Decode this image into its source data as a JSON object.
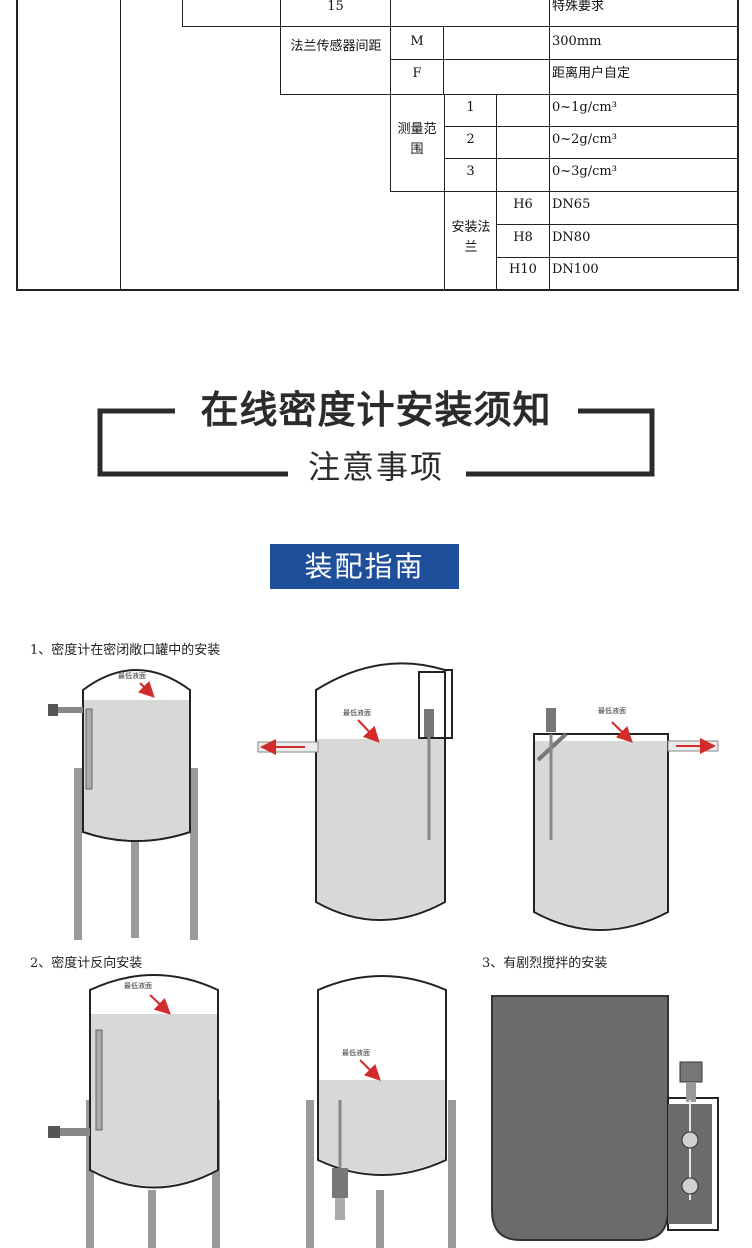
{
  "spec_table": {
    "code_15": "15",
    "special_req": "特殊要求",
    "flange_spacing_label": "法兰传感器间距",
    "spacing_rows": [
      {
        "code": "M",
        "value": "300mm"
      },
      {
        "code": "F",
        "value": "距离用户自定"
      }
    ],
    "range_label": "测量范围",
    "range_rows": [
      {
        "code": "1",
        "value": "0~1g/cm³"
      },
      {
        "code": "2",
        "value": "0~2g/cm³"
      },
      {
        "code": "3",
        "value": "0~3g/cm³"
      }
    ],
    "flange_label": "安装法兰",
    "flange_rows": [
      {
        "code": "H6",
        "value": "DN65"
      },
      {
        "code": "H8",
        "value": "DN80"
      },
      {
        "code": "H10",
        "value": "DN100"
      }
    ]
  },
  "heading": {
    "title": "在线密度计安装须知",
    "subtitle": "注意事项"
  },
  "badge": "装配指南",
  "captions": {
    "c1": "1、密度计在密闭敞口罐中的安装",
    "c2": "2、密度计反向安装",
    "c3": "3、有剧烈搅拌的安装"
  },
  "tank_label": "最低液面",
  "colors": {
    "badge_bg": "#1f4f9a",
    "liquid": "#d7d9d7",
    "tank_dark": "#6b6b6b",
    "arrow_red": "#d22b2b"
  }
}
